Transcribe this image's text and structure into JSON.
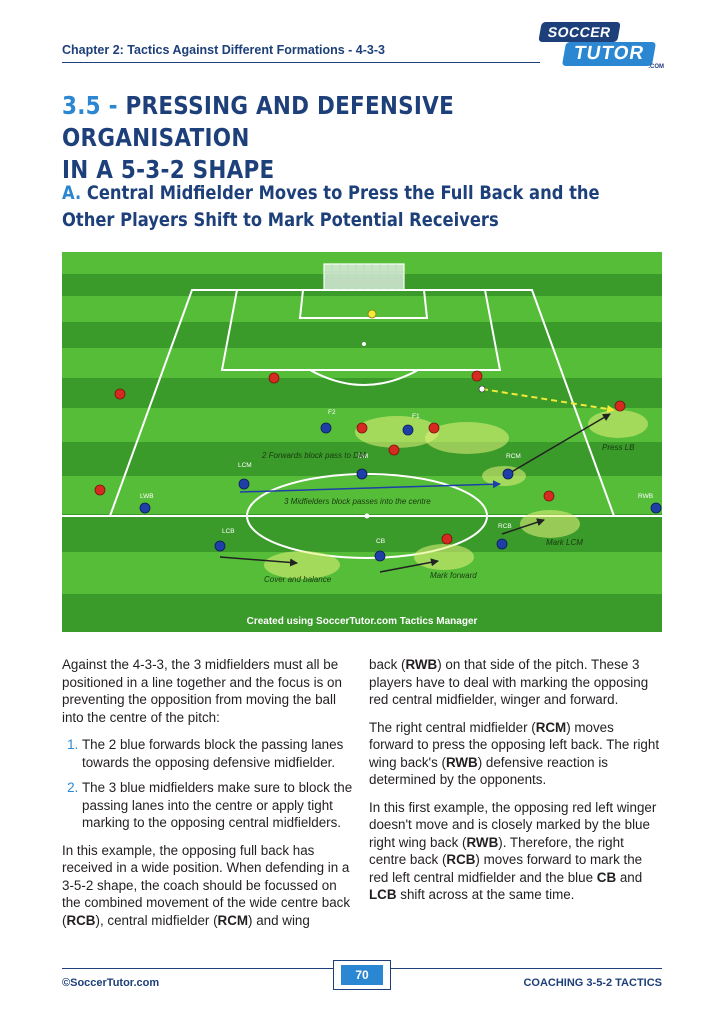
{
  "header": {
    "chapter": "Chapter 2: Tactics Against Different Formations - 4-3-3",
    "logo_top": "SOCCER",
    "logo_bottom": "TUTOR",
    "logo_com": ".COM"
  },
  "title": {
    "number": "3.5 - ",
    "line1": "PRESSING AND DEFENSIVE ORGANISATION",
    "line2": "IN A 5-3-2 SHAPE"
  },
  "subtitle": {
    "letter": "A.",
    "line1": " Central Midfielder Moves to Press the Full Back and the",
    "line2": "Other Players Shift to Mark Potential Receivers"
  },
  "diagram": {
    "colors": {
      "grass_dark": "#3a9a2a",
      "grass_light": "#56bd39",
      "blue_team": "#1f3fa8",
      "red_team": "#d42a1f",
      "zone": "#e3f27a"
    },
    "labels": {
      "f2": "F2",
      "f1": "F1",
      "dm": "DM",
      "lcm": "LCM",
      "rcm": "RCM",
      "lwb": "LWB",
      "rwb": "RWB",
      "lcb": "LCB",
      "cb": "CB",
      "rcb": "RCB"
    },
    "annotations": {
      "forwards": "2 Forwards block pass to DM",
      "midfielders": "3 Midfielders block passes into the centre",
      "press_lb": "Press LB",
      "mark_lcm": "Mark LCM",
      "cover": "Cover and balance",
      "mark_forward": "Mark forward"
    },
    "credit": "Created using SoccerTutor.com Tactics Manager"
  },
  "body": {
    "left": {
      "p1": "Against the 4-3-3, the 3 midfielders must all be positioned in a line together and the focus is on preventing the opposition from moving the ball into the centre of the pitch:",
      "list": [
        "The 2 blue forwards block the passing lanes towards the opposing defensive midfielder.",
        "The 3 blue midfielders make sure to block the passing lanes into the centre or apply tight marking to the opposing central midfielders."
      ],
      "p2_a": "In this example, the opposing full back has received in a wide position. When defending in a 3-5-2 shape, the coach should be focussed on the combined movement of the wide centre back (",
      "p2_rcb": "RCB",
      "p2_b": "), central midfielder (",
      "p2_rcm": "RCM",
      "p2_c": ") and wing"
    },
    "right": {
      "p1_a": "back (",
      "p1_rwb": "RWB",
      "p1_b": ") on that side of the pitch. These 3 players have to deal with marking the opposing red central midfielder, winger and forward.",
      "p2_a": "The right central midfielder (",
      "p2_rcm": "RCM",
      "p2_b": ") moves forward to press the opposing left back. The right wing back's (",
      "p2_rwb": "RWB",
      "p2_c": ") defensive reaction is determined by the opponents.",
      "p3_a": "In this first example, the opposing red left winger doesn't move and is closely marked by the blue right wing back (",
      "p3_rwb": "RWB",
      "p3_b": "). Therefore, the right centre back (",
      "p3_rcb": "RCB",
      "p3_c": ") moves forward to mark the red left central midfielder and the blue ",
      "p3_cb": "CB",
      "p3_d": " and ",
      "p3_lcb": "LCB",
      "p3_e": " shift across at the same time."
    }
  },
  "footer": {
    "copyright": "©SoccerTutor.com",
    "page": "70",
    "book": "COACHING 3-5-2 TACTICS"
  }
}
